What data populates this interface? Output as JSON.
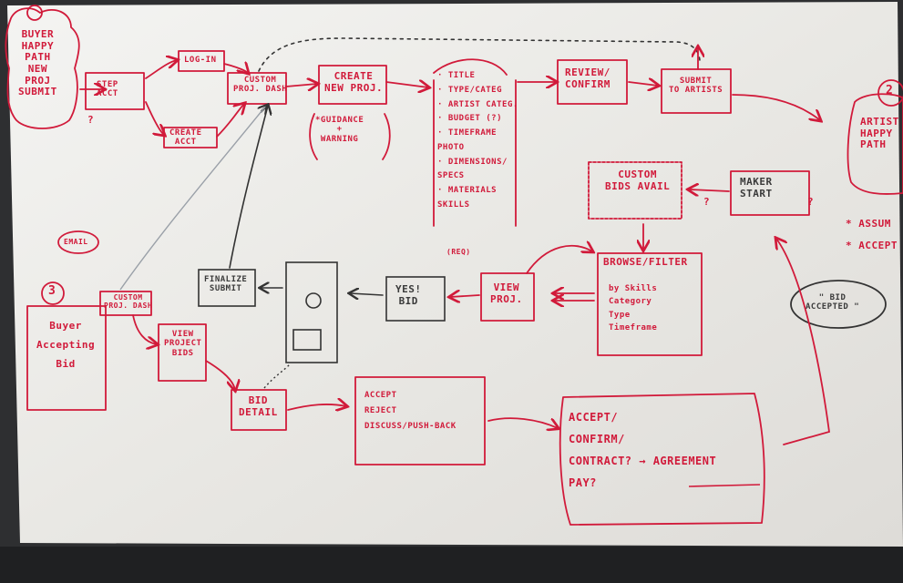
{
  "colors": {
    "marker_red": "#d11a3a",
    "marker_pink": "#d4246a",
    "marker_gray": "#444444",
    "board": "#ecebe8",
    "frame": "#2e2f31"
  },
  "labels": {
    "buyer_path": "Buyer\nHappy\nPath\nNew\nProj\nSubmit",
    "step_two": "2",
    "step_three": "3",
    "step_acct": "Step\nAcct",
    "log_in": "Log-in",
    "create_acct": "Create\nAcct",
    "custom_proj_dash_top": "Custom\nProj. Dash",
    "create_new_proj": "Create\nNew Proj.",
    "guidance_warning": "*Guidance\n+\nWarning",
    "form_fields": "· Title\n· Type/Categ\n· Artist Categ.\n· Budget (?)\n· Timeframe\n  Photo\n· Dimensions/\n  Specs\n· Materials\n  Skills",
    "req_note": "(Req)",
    "review_confirm": "Review/\nConfirm",
    "submit_to_artists": "Submit\nto Artists",
    "artist_happy_path": "Artist\nHappy\nPath",
    "assump": "* Assum",
    "accept": "* Accept",
    "custom_bids_avail": "Custom\nBids Avail",
    "maker_start": "Maker\nStart",
    "email_note": "Email",
    "browse_filter": "Browse/Filter",
    "browse_filter_list": "by Skills\nCategory\nType\nTimeframe",
    "view_proj": "View\nProj.",
    "yes_bid": "Yes!\nBid",
    "finalize_submit": "Finalize\nSubmit",
    "bid_accepted": "\" Bid\nAccepted \"",
    "buyer_accepting_bid": "Buyer\nAccepting\nBid",
    "custom_proj_dash_bottom": "Custom\nProj. Dash",
    "view_project_bids": "View\nProject\nBids",
    "bid_detail": "Bid\nDetail",
    "accept_reject": "Accept\nReject\nDiscuss/Push-Back",
    "accept_confirm": "Accept/\nConfirm/\nContract? → Agreement\nPay?",
    "question_a": "?",
    "question_b": "?",
    "question_c": "?"
  }
}
